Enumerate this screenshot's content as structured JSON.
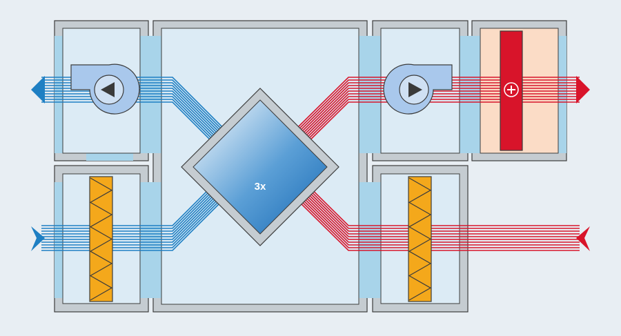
{
  "diagram": {
    "exchanger_label": "3x"
  },
  "colors": {
    "background": "#e8eef3",
    "casing_gray": "#c5ccd1",
    "casing_stroke": "#3c3c3c",
    "panel_fill": "#dcebf5",
    "duct_light_blue": "#a8d4ea",
    "supply_red": "#d8142a",
    "extract_blue": "#1e7fc3",
    "filter_orange": "#f4a81b",
    "heater_panel": "#fbdcc6"
  },
  "components": [
    {
      "name": "extract-fan",
      "icon": "fan-left-icon"
    },
    {
      "name": "supply-fan",
      "icon": "fan-right-icon"
    },
    {
      "name": "heat-exchanger",
      "icon": "cross-flow-exchanger-icon"
    },
    {
      "name": "heater",
      "icon": "plus-icon"
    },
    {
      "name": "outdoor-air-filter",
      "icon": "filter-icon"
    },
    {
      "name": "extract-air-filter",
      "icon": "filter-icon"
    }
  ]
}
